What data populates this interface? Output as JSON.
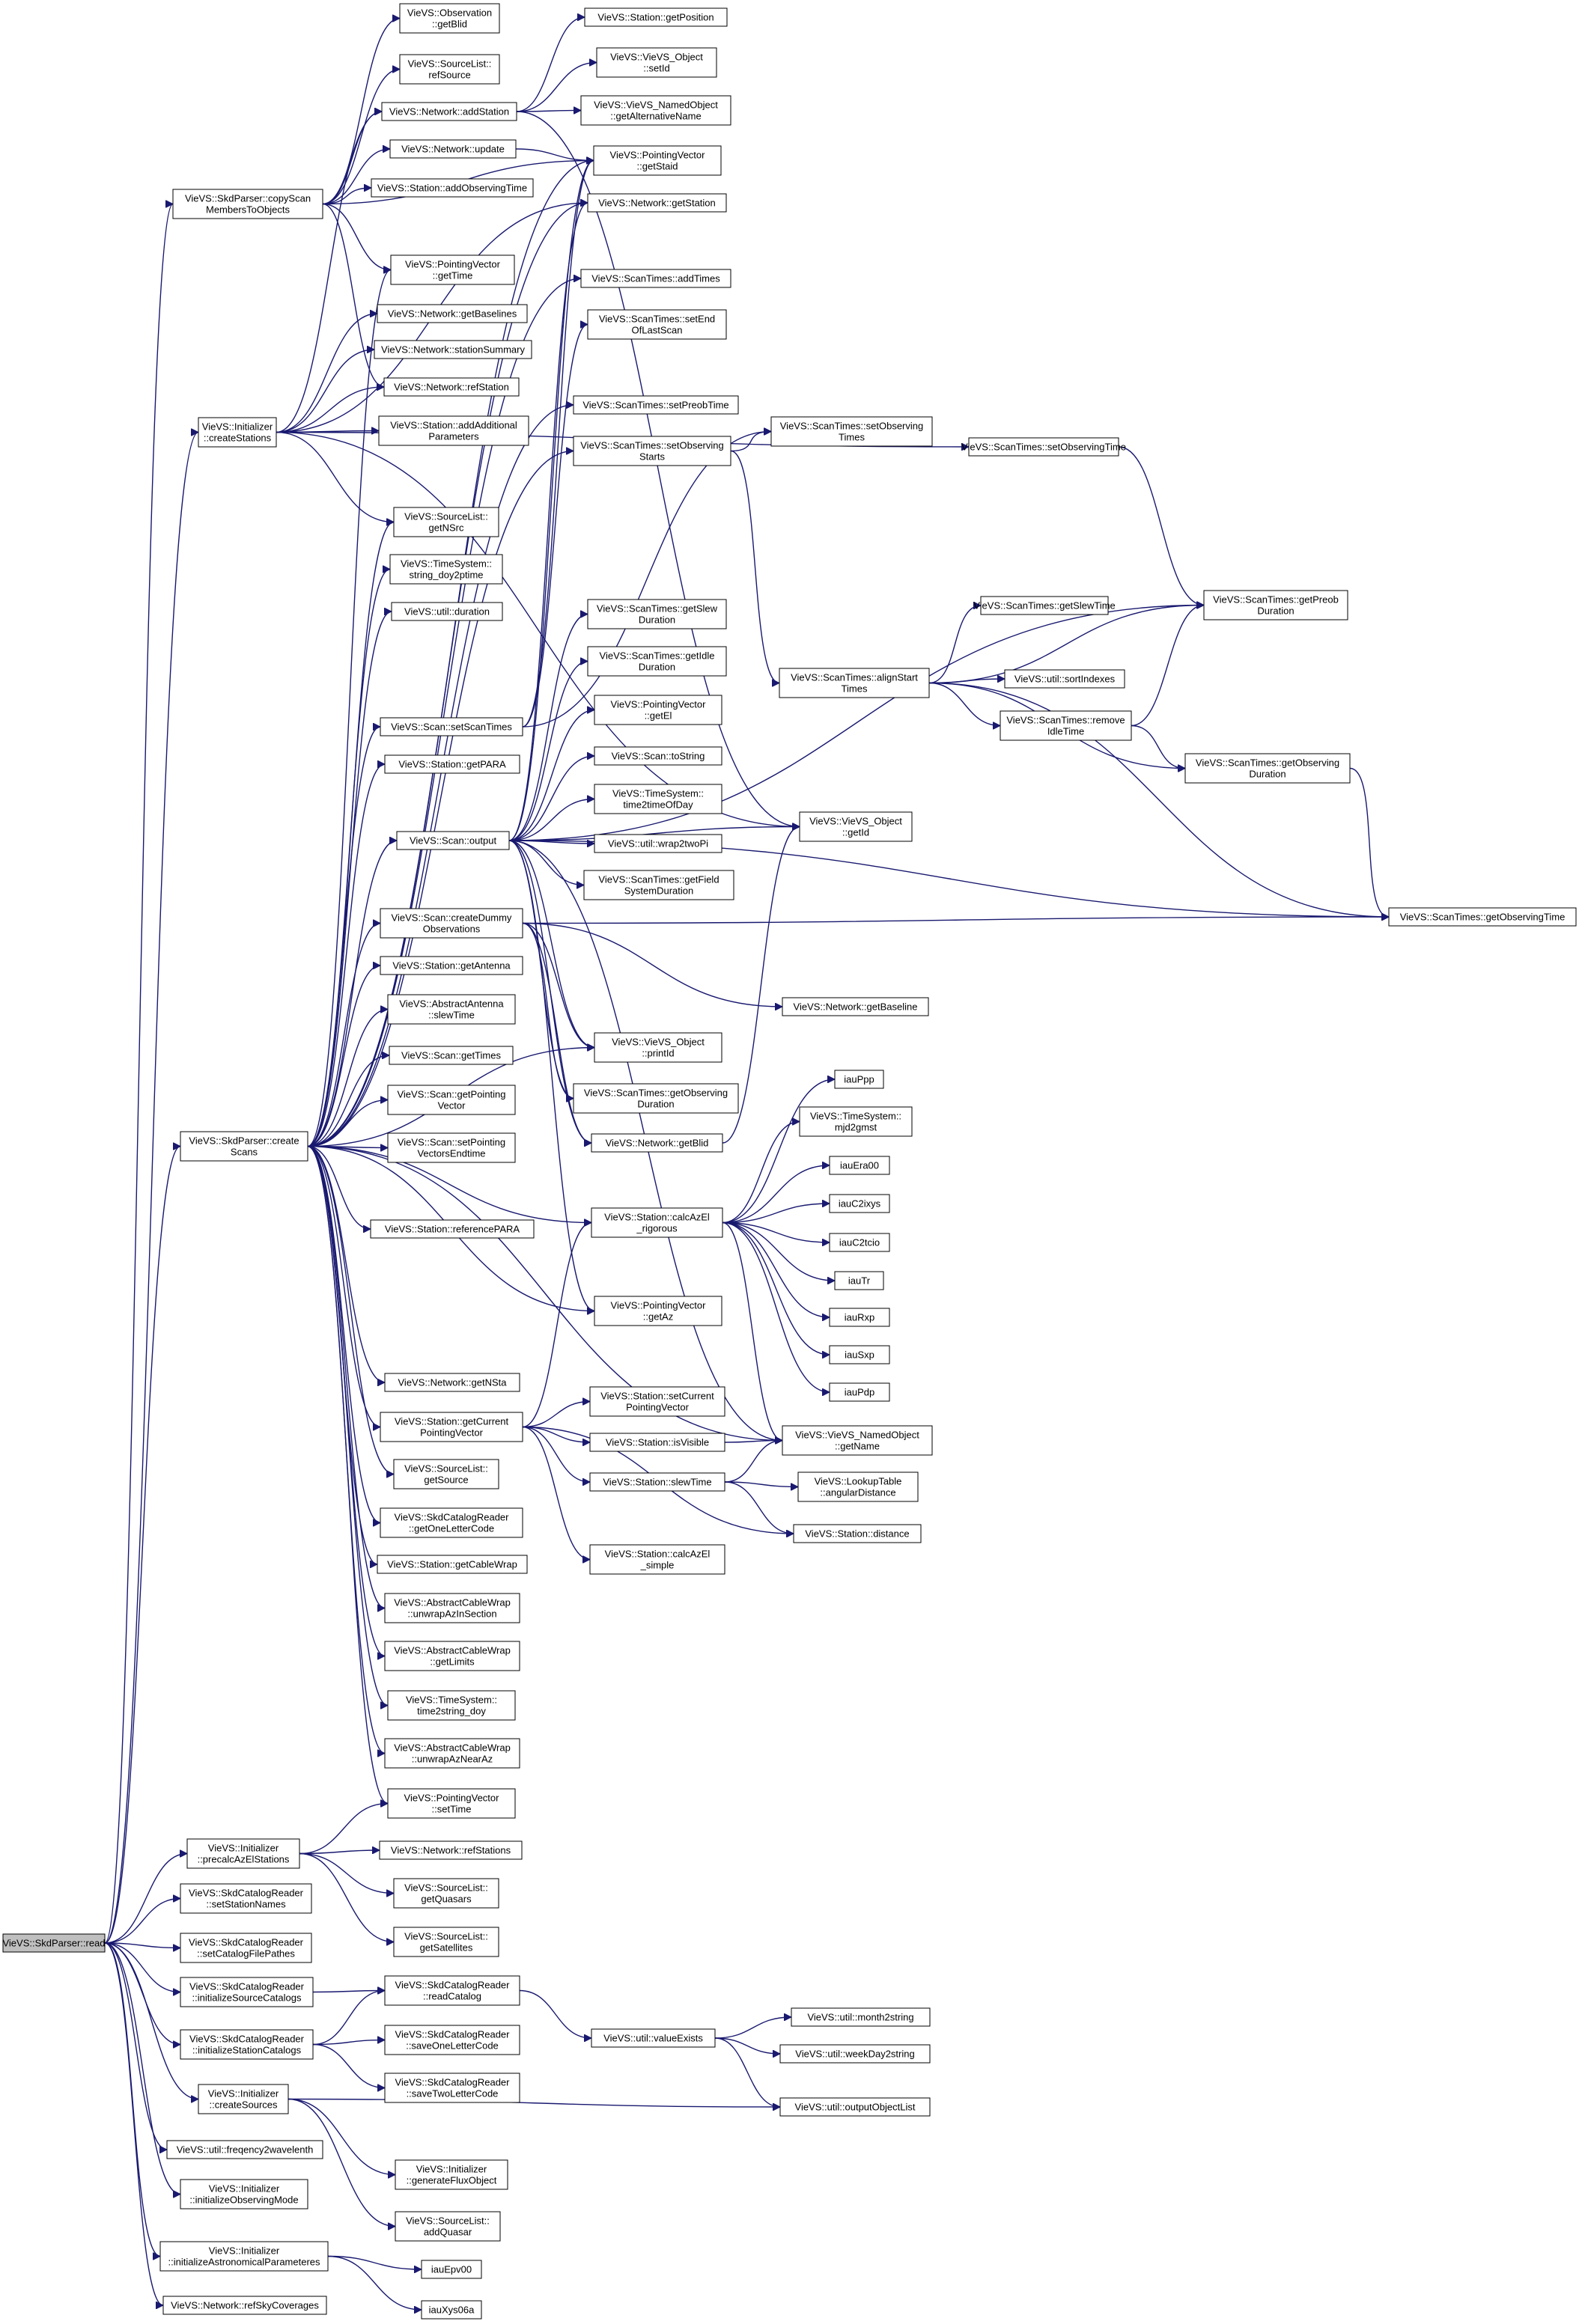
{
  "root": "read",
  "nodes": {
    "read": [
      "VieVS::SkdParser::read"
    ],
    "createScans": [
      "VieVS::SkdParser::create",
      "Scans"
    ],
    "copyScan": [
      "VieVS::SkdParser::copyScan",
      "MembersToObjects"
    ],
    "createStations": [
      "VieVS::Initializer",
      "::createStations"
    ],
    "precalc": [
      "VieVS::Initializer",
      "::precalcAzElStations"
    ],
    "setStationNames": [
      "VieVS::SkdCatalogReader",
      "::setStationNames"
    ],
    "setCatalogFile": [
      "VieVS::SkdCatalogReader",
      "::setCatalogFilePathes"
    ],
    "initSrcCat": [
      "VieVS::SkdCatalogReader",
      "::initializeSourceCatalogs"
    ],
    "initStaCat": [
      "VieVS::SkdCatalogReader",
      "::initializeStationCatalogs"
    ],
    "createSources": [
      "VieVS::Initializer",
      "::createSources"
    ],
    "freq2wave": [
      "VieVS::util::freqency2wavelenth"
    ],
    "initObsMode": [
      "VieVS::Initializer",
      "::initializeObservingMode"
    ],
    "initAstro": [
      "VieVS::Initializer",
      "::initializeAstronomicalParameteres"
    ],
    "refSkyCov": [
      "VieVS::Network::refSkyCoverages"
    ],
    "obsGetBlid": [
      "VieVS::Observation",
      "::getBlid"
    ],
    "srcRefSource": [
      "VieVS::SourceList::",
      "refSource"
    ],
    "netAddStation": [
      "VieVS::Network::addStation"
    ],
    "netUpdate": [
      "VieVS::Network::update"
    ],
    "staAddObsTime": [
      "VieVS::Station::addObservingTime"
    ],
    "pvGetTime": [
      "VieVS::PointingVector",
      "::getTime"
    ],
    "netGetBaselines": [
      "VieVS::Network::getBaselines"
    ],
    "netStationSummary": [
      "VieVS::Network::stationSummary"
    ],
    "netRefStation": [
      "VieVS::Network::refStation"
    ],
    "staAddAddParams": [
      "VieVS::Station::addAdditional",
      "Parameters"
    ],
    "srcGetNSrc": [
      "VieVS::SourceList::",
      "getNSrc"
    ],
    "tsStringDoy2ptime": [
      "VieVS::TimeSystem::",
      "string_doy2ptime"
    ],
    "utilDuration": [
      "VieVS::util::duration"
    ],
    "scanSetScanTimes": [
      "VieVS::Scan::setScanTimes"
    ],
    "staGetPARA": [
      "VieVS::Station::getPARA"
    ],
    "scanOutput": [
      "VieVS::Scan::output"
    ],
    "scanCreateDummy": [
      "VieVS::Scan::createDummy",
      "Observations"
    ],
    "staGetAntenna": [
      "VieVS::Station::getAntenna"
    ],
    "absAntSlewTime": [
      "VieVS::AbstractAntenna",
      "::slewTime"
    ],
    "scanGetTimes": [
      "VieVS::Scan::getTimes"
    ],
    "scanGetPV": [
      "VieVS::Scan::getPointing",
      "Vector"
    ],
    "scanSetPVEnd": [
      "VieVS::Scan::setPointing",
      "VectorsEndtime"
    ],
    "staRefPARA": [
      "VieVS::Station::referencePARA"
    ],
    "netGetNSta": [
      "VieVS::Network::getNSta"
    ],
    "staGetCurPV": [
      "VieVS::Station::getCurrent",
      "PointingVector"
    ],
    "srcGetSource": [
      "VieVS::SourceList::",
      "getSource"
    ],
    "catGetOneLetter": [
      "VieVS::SkdCatalogReader",
      "::getOneLetterCode"
    ],
    "staGetCableWrap": [
      "VieVS::Station::getCableWrap"
    ],
    "acwUnwrapInSection": [
      "VieVS::AbstractCableWrap",
      "::unwrapAzInSection"
    ],
    "acwGetLimits": [
      "VieVS::AbstractCableWrap",
      "::getLimits"
    ],
    "tsTime2stringDoy": [
      "VieVS::TimeSystem::",
      "time2string_doy"
    ],
    "acwUnwrapNearAz": [
      "VieVS::AbstractCableWrap",
      "::unwrapAzNearAz"
    ],
    "pvSetTime": [
      "VieVS::PointingVector",
      "::setTime"
    ],
    "netRefStations": [
      "VieVS::Network::refStations"
    ],
    "srcGetQuasars": [
      "VieVS::SourceList::",
      "getQuasars"
    ],
    "srcGetSatellites": [
      "VieVS::SourceList::",
      "getSatellites"
    ],
    "catReadCatalog": [
      "VieVS::SkdCatalogReader",
      "::readCatalog"
    ],
    "catSaveOne": [
      "VieVS::SkdCatalogReader",
      "::saveOneLetterCode"
    ],
    "catSaveTwo": [
      "VieVS::SkdCatalogReader",
      "::saveTwoLetterCode"
    ],
    "initGenFlux": [
      "VieVS::Initializer",
      "::generateFluxObject"
    ],
    "srcAddQuasar": [
      "VieVS::SourceList::",
      "addQuasar"
    ],
    "iauEpv00": [
      "iauEpv00"
    ],
    "iauXys06a": [
      "iauXys06a"
    ],
    "staGetPosition": [
      "VieVS::Station::getPosition"
    ],
    "objSetId": [
      "VieVS::VieVS_Object",
      "::setId"
    ],
    "namedGetAlt": [
      "VieVS::VieVS_NamedObject",
      "::getAlternativeName"
    ],
    "pvGetStaid": [
      "VieVS::PointingVector",
      "::getStaid"
    ],
    "netGetStation": [
      "VieVS::Network::getStation"
    ],
    "stAddTimes": [
      "VieVS::ScanTimes::addTimes"
    ],
    "stSetEndLast": [
      "VieVS::ScanTimes::setEnd",
      "OfLastScan"
    ],
    "stSetPreob": [
      "VieVS::ScanTimes::setPreobTime"
    ],
    "stSetObsStarts": [
      "VieVS::ScanTimes::setObserving",
      "Starts"
    ],
    "stGetSlewDur": [
      "VieVS::ScanTimes::getSlew",
      "Duration"
    ],
    "stGetIdleDur": [
      "VieVS::ScanTimes::getIdle",
      "Duration"
    ],
    "pvGetEl": [
      "VieVS::PointingVector",
      "::getEl"
    ],
    "scanToString": [
      "VieVS::Scan::toString"
    ],
    "tsTime2timeOfDay": [
      "VieVS::TimeSystem::",
      "time2timeOfDay"
    ],
    "utilWrap2Pi": [
      "VieVS::util::wrap2twoPi"
    ],
    "stGetFieldSys": [
      "VieVS::ScanTimes::getField",
      "SystemDuration"
    ],
    "objPrintId": [
      "VieVS::VieVS_Object",
      "::printId"
    ],
    "stGetObsDurMid": [
      "VieVS::ScanTimes::getObserving",
      "Duration"
    ],
    "netGetBlid": [
      "VieVS::Network::getBlid"
    ],
    "staCalcAzElRig": [
      "VieVS::Station::calcAzEl",
      "_rigorous"
    ],
    "pvGetAz": [
      "VieVS::PointingVector",
      "::getAz"
    ],
    "staSetCurPV": [
      "VieVS::Station::setCurrent",
      "PointingVector"
    ],
    "staIsVisible": [
      "VieVS::Station::isVisible"
    ],
    "staSlewTime": [
      "VieVS::Station::slewTime"
    ],
    "staCalcAzElSimple": [
      "VieVS::Station::calcAzEl",
      "_simple"
    ],
    "utilValueExists": [
      "VieVS::util::valueExists"
    ],
    "stSetObsTimes": [
      "VieVS::ScanTimes::setObserving",
      "Times"
    ],
    "stAlignStart": [
      "VieVS::ScanTimes::alignStart",
      "Times"
    ],
    "objGetId": [
      "VieVS::VieVS_Object",
      "::getId"
    ],
    "netGetBaseline": [
      "VieVS::Network::getBaseline"
    ],
    "iauPpp": [
      "iauPpp"
    ],
    "tsMjd2gmst": [
      "VieVS::TimeSystem::",
      "mjd2gmst"
    ],
    "iauEra00": [
      "iauEra00"
    ],
    "iauC2ixys": [
      "iauC2ixys"
    ],
    "iauC2tcio": [
      "iauC2tcio"
    ],
    "iauTr": [
      "iauTr"
    ],
    "iauRxp": [
      "iauRxp"
    ],
    "iauSxp": [
      "iauSxp"
    ],
    "iauPdp": [
      "iauPdp"
    ],
    "namedGetName": [
      "VieVS::VieVS_NamedObject",
      "::getName"
    ],
    "lutAngDist": [
      "VieVS::LookupTable",
      "::angularDistance"
    ],
    "staDistance": [
      "VieVS::Station::distance"
    ],
    "utilMonth2String": [
      "VieVS::util::month2string"
    ],
    "utilWeekDay2String": [
      "VieVS::util::weekDay2string"
    ],
    "utilOutputObjList": [
      "VieVS::util::outputObjectList"
    ],
    "stSetObsTime": [
      "VieVS::ScanTimes::setObservingTime"
    ],
    "stGetSlewTime": [
      "VieVS::ScanTimes::getSlewTime"
    ],
    "utilSortIndexes": [
      "VieVS::util::sortIndexes"
    ],
    "stRemoveIdle": [
      "VieVS::ScanTimes::remove",
      "IdleTime"
    ],
    "stGetPreobDur": [
      "VieVS::ScanTimes::getPreob",
      "Duration"
    ],
    "stGetObsDurRight": [
      "VieVS::ScanTimes::getObserving",
      "Duration"
    ],
    "stGetObsTime": [
      "VieVS::ScanTimes::getObservingTime"
    ]
  },
  "edges": [
    [
      "read",
      "createScans"
    ],
    [
      "read",
      "copyScan"
    ],
    [
      "read",
      "createStations"
    ],
    [
      "read",
      "precalc"
    ],
    [
      "read",
      "setStationNames"
    ],
    [
      "read",
      "setCatalogFile"
    ],
    [
      "read",
      "initSrcCat"
    ],
    [
      "read",
      "initStaCat"
    ],
    [
      "read",
      "createSources"
    ],
    [
      "read",
      "freq2wave"
    ],
    [
      "read",
      "initObsMode"
    ],
    [
      "read",
      "initAstro"
    ],
    [
      "read",
      "refSkyCov"
    ],
    [
      "copyScan",
      "obsGetBlid"
    ],
    [
      "copyScan",
      "srcRefSource"
    ],
    [
      "copyScan",
      "netAddStation"
    ],
    [
      "copyScan",
      "netUpdate"
    ],
    [
      "copyScan",
      "staAddObsTime"
    ],
    [
      "copyScan",
      "pvGetTime"
    ],
    [
      "copyScan",
      "netRefStation"
    ],
    [
      "copyScan",
      "pvGetStaid"
    ],
    [
      "createStations",
      "netAddStation"
    ],
    [
      "createStations",
      "netGetBaselines"
    ],
    [
      "createStations",
      "netStationSummary"
    ],
    [
      "createStations",
      "netRefStation"
    ],
    [
      "createStations",
      "staAddAddParams"
    ],
    [
      "createStations",
      "srcGetNSrc"
    ],
    [
      "createStations",
      "stSetObsTime"
    ],
    [
      "createStations",
      "objGetId"
    ],
    [
      "createStations",
      "netGetStation"
    ],
    [
      "createScans",
      "srcGetNSrc"
    ],
    [
      "createScans",
      "tsStringDoy2ptime"
    ],
    [
      "createScans",
      "utilDuration"
    ],
    [
      "createScans",
      "scanSetScanTimes"
    ],
    [
      "createScans",
      "staGetPARA"
    ],
    [
      "createScans",
      "scanOutput"
    ],
    [
      "createScans",
      "scanCreateDummy"
    ],
    [
      "createScans",
      "staGetAntenna"
    ],
    [
      "createScans",
      "absAntSlewTime"
    ],
    [
      "createScans",
      "scanGetTimes"
    ],
    [
      "createScans",
      "scanGetPV"
    ],
    [
      "createScans",
      "scanSetPVEnd"
    ],
    [
      "createScans",
      "staRefPARA"
    ],
    [
      "createScans",
      "netGetNSta"
    ],
    [
      "createScans",
      "staGetCurPV"
    ],
    [
      "createScans",
      "srcGetSource"
    ],
    [
      "createScans",
      "catGetOneLetter"
    ],
    [
      "createScans",
      "staGetCableWrap"
    ],
    [
      "createScans",
      "acwUnwrapInSection"
    ],
    [
      "createScans",
      "acwGetLimits"
    ],
    [
      "createScans",
      "tsTime2stringDoy"
    ],
    [
      "createScans",
      "acwUnwrapNearAz"
    ],
    [
      "createScans",
      "pvSetTime"
    ],
    [
      "createScans",
      "pvGetTime"
    ],
    [
      "createScans",
      "staCalcAzElRig"
    ],
    [
      "createScans",
      "pvGetAz"
    ],
    [
      "createScans",
      "namedGetName"
    ],
    [
      "createScans",
      "objPrintId"
    ],
    [
      "createScans",
      "pvGetStaid"
    ],
    [
      "createScans",
      "netGetStation"
    ],
    [
      "createScans",
      "stSetPreob"
    ],
    [
      "createScans",
      "stSetObsStarts"
    ],
    [
      "createScans",
      "stAddTimes"
    ],
    [
      "netAddStation",
      "staGetPosition"
    ],
    [
      "netAddStation",
      "objSetId"
    ],
    [
      "netAddStation",
      "namedGetAlt"
    ],
    [
      "netAddStation",
      "objGetId"
    ],
    [
      "netUpdate",
      "pvGetStaid"
    ],
    [
      "scanSetScanTimes",
      "stSetEndLast"
    ],
    [
      "scanSetScanTimes",
      "stSetObsTimes"
    ],
    [
      "scanSetScanTimes",
      "pvGetStaid"
    ],
    [
      "scanOutput",
      "pvGetStaid"
    ],
    [
      "scanOutput",
      "netGetStation"
    ],
    [
      "scanOutput",
      "stGetSlewDur"
    ],
    [
      "scanOutput",
      "stGetIdleDur"
    ],
    [
      "scanOutput",
      "pvGetEl"
    ],
    [
      "scanOutput",
      "scanToString"
    ],
    [
      "scanOutput",
      "tsTime2timeOfDay"
    ],
    [
      "scanOutput",
      "utilWrap2Pi"
    ],
    [
      "scanOutput",
      "stGetFieldSys"
    ],
    [
      "scanOutput",
      "objGetId"
    ],
    [
      "scanOutput",
      "stGetObsTime"
    ],
    [
      "scanOutput",
      "stGetPreobDur"
    ],
    [
      "scanOutput",
      "objPrintId"
    ],
    [
      "scanOutput",
      "stGetObsDurMid"
    ],
    [
      "scanOutput",
      "netGetBlid"
    ],
    [
      "scanOutput",
      "pvGetAz"
    ],
    [
      "scanOutput",
      "namedGetName"
    ],
    [
      "scanCreateDummy",
      "objPrintId"
    ],
    [
      "scanCreateDummy",
      "netGetBlid"
    ],
    [
      "scanCreateDummy",
      "stGetObsDurMid"
    ],
    [
      "scanCreateDummy",
      "netGetBaseline"
    ],
    [
      "scanCreateDummy",
      "stGetObsTime"
    ],
    [
      "staGetCurPV",
      "staSetCurPV"
    ],
    [
      "staGetCurPV",
      "staIsVisible"
    ],
    [
      "staGetCurPV",
      "staSlewTime"
    ],
    [
      "staGetCurPV",
      "staCalcAzElSimple"
    ],
    [
      "staGetCurPV",
      "staCalcAzElRig"
    ],
    [
      "staGetCurPV",
      "staDistance"
    ],
    [
      "staIsVisible",
      "namedGetName"
    ],
    [
      "staSlewTime",
      "lutAngDist"
    ],
    [
      "staSlewTime",
      "staDistance"
    ],
    [
      "staSlewTime",
      "namedGetName"
    ],
    [
      "staCalcAzElRig",
      "iauPpp"
    ],
    [
      "staCalcAzElRig",
      "tsMjd2gmst"
    ],
    [
      "staCalcAzElRig",
      "iauEra00"
    ],
    [
      "staCalcAzElRig",
      "iauC2ixys"
    ],
    [
      "staCalcAzElRig",
      "iauC2tcio"
    ],
    [
      "staCalcAzElRig",
      "iauTr"
    ],
    [
      "staCalcAzElRig",
      "iauRxp"
    ],
    [
      "staCalcAzElRig",
      "iauSxp"
    ],
    [
      "staCalcAzElRig",
      "iauPdp"
    ],
    [
      "staCalcAzElRig",
      "namedGetName"
    ],
    [
      "netGetBlid",
      "objGetId"
    ],
    [
      "stSetObsStarts",
      "stSetObsTimes"
    ],
    [
      "stSetObsStarts",
      "stAlignStart"
    ],
    [
      "stSetObsTime",
      "stGetPreobDur"
    ],
    [
      "stAlignStart",
      "stGetSlewTime"
    ],
    [
      "stAlignStart",
      "stGetPreobDur"
    ],
    [
      "stAlignStart",
      "utilSortIndexes"
    ],
    [
      "stAlignStart",
      "stRemoveIdle"
    ],
    [
      "stAlignStart",
      "stGetObsDurRight"
    ],
    [
      "stAlignStart",
      "stGetObsTime"
    ],
    [
      "stRemoveIdle",
      "stGetPreobDur"
    ],
    [
      "stRemoveIdle",
      "stGetObsDurRight"
    ],
    [
      "stGetObsDurRight",
      "stGetObsTime"
    ],
    [
      "precalc",
      "pvSetTime"
    ],
    [
      "precalc",
      "netRefStations"
    ],
    [
      "precalc",
      "srcGetQuasars"
    ],
    [
      "precalc",
      "srcGetSatellites"
    ],
    [
      "initSrcCat",
      "catReadCatalog"
    ],
    [
      "initStaCat",
      "catReadCatalog"
    ],
    [
      "initStaCat",
      "catSaveOne"
    ],
    [
      "initStaCat",
      "catSaveTwo"
    ],
    [
      "catReadCatalog",
      "utilValueExists"
    ],
    [
      "utilValueExists",
      "utilMonth2String"
    ],
    [
      "utilValueExists",
      "utilWeekDay2String"
    ],
    [
      "utilValueExists",
      "utilOutputObjList"
    ],
    [
      "createSources",
      "initGenFlux"
    ],
    [
      "createSources",
      "srcAddQuasar"
    ],
    [
      "createSources",
      "utilOutputObjList"
    ],
    [
      "initAstro",
      "iauEpv00"
    ],
    [
      "initAstro",
      "iauXys06a"
    ]
  ]
}
